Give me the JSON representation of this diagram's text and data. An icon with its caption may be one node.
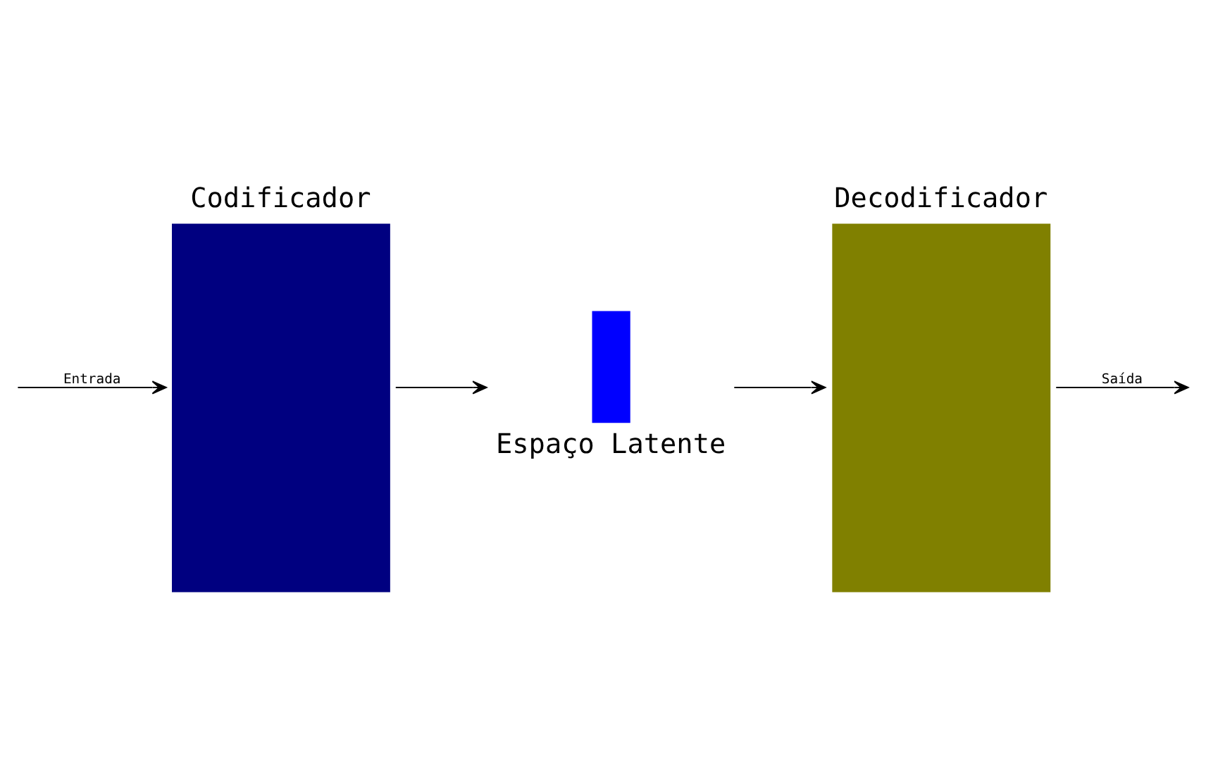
{
  "diagram": {
    "nodes": [
      {
        "text": [
          "Codificador"
        ]
      },
      {
        "text": [
          "Espaço Latente"
        ]
      },
      {
        "text": [
          "Decodificador"
        ]
      }
    ],
    "edges": [
      {
        "from": null,
        "to": 0,
        "arrow": "to",
        "label": "Entrada"
      },
      {
        "from": 0,
        "to": 1,
        "arrow": "to"
      },
      {
        "from": 1,
        "to": 2,
        "arrow": "to"
      },
      {
        "from": 2,
        "to": null,
        "arrow": "to",
        "label": "Saída"
      }
    ]
  }
}
